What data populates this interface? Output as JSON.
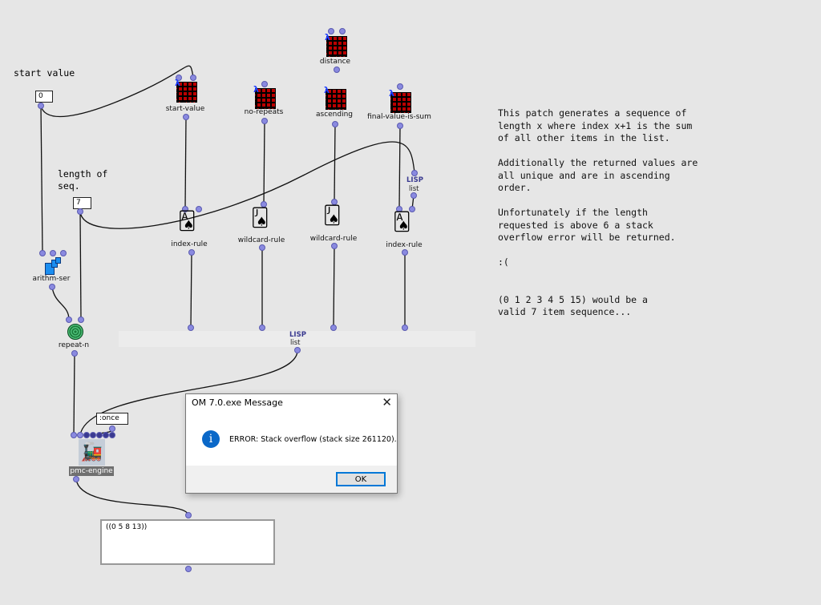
{
  "patch": {
    "start_value_label": "start value",
    "start_value": "0",
    "length_label": "length of\nseq.",
    "length_value": "7",
    "boxes": {
      "start_value": "start-value",
      "no_repeats": "no-repeats",
      "distance": "distance",
      "ascending": "ascending",
      "final_value_is_sum": "final-value-is-sum",
      "index_rule_1": "index-rule",
      "wildcard_rule_1": "wildcard-rule",
      "wildcard_rule_2": "wildcard-rule",
      "index_rule_2": "index-rule",
      "arithm_ser": "arithm-ser",
      "repeat_n": "repeat-n",
      "pmc_engine": "pmc-engine",
      "once": ":once"
    },
    "lisp_small": {
      "top": "LISP",
      "bottom": "list"
    },
    "lisp_list": {
      "top": "LISP",
      "bottom": "list"
    },
    "result": "((0 5 8 13))",
    "comment": "This patch generates a sequence of\nlength x where index x+1 is the sum\nof all other items in the list.\n\nAdditionally the returned values are\nall unique and are in ascending\norder.\n\nUnfortunately if the length\nrequested is above 6 a stack\noverflow error will be returned.\n\n:(\n\n\n(0 1 2 3 4 5 15) would be a\nvalid 7 item sequence..."
  },
  "dialog": {
    "title": "OM 7.0.exe Message",
    "message": "ERROR: Stack overflow (stack size 261120).",
    "ok_label": "OK",
    "close_icon": "close-icon",
    "info_icon": "info-icon"
  }
}
